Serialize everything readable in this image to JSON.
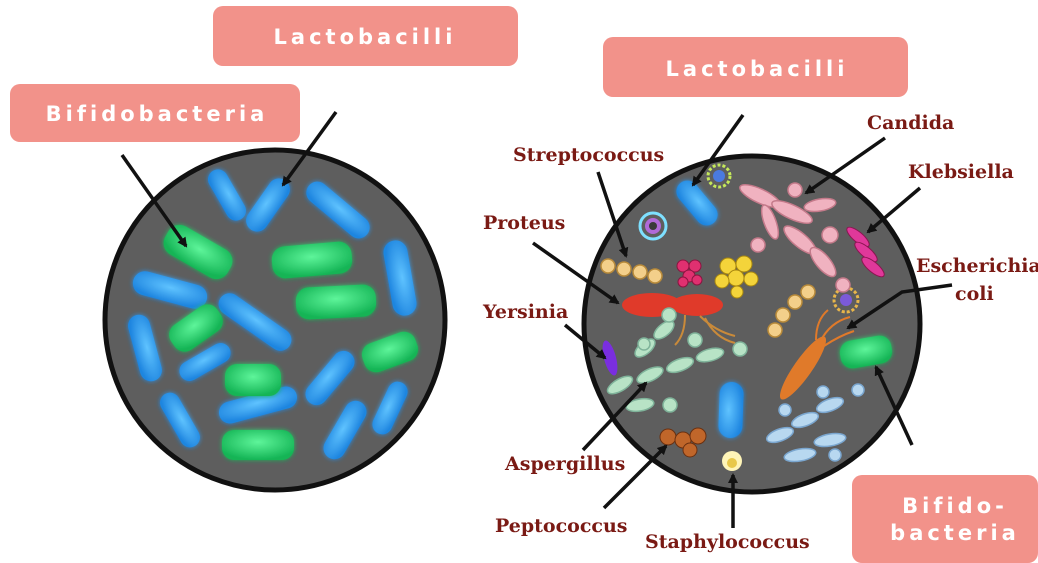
{
  "colors": {
    "badge": "#f2928a",
    "dish": "#5e5e5e",
    "dish_border": "#111111",
    "lactobacilli": "#2a9ef0",
    "bifidobacteria": "#22d66a",
    "label_text": "#7a1a14"
  },
  "left_panel": {
    "badges": {
      "lactobacilli": "Lactobacilli",
      "bifidobacteria": "Bifidobacteria"
    }
  },
  "right_panel": {
    "badges": {
      "lactobacilli": "Lactobacilli",
      "bifidobacteria_line1": "Bifido-",
      "bifidobacteria_line2": "bacteria"
    },
    "organisms": {
      "streptococcus": "Streptococcus",
      "proteus": "Proteus",
      "yersinia": "Yersinia",
      "aspergillus": "Aspergillus",
      "peptococcus": "Peptococcus",
      "staphylococcus": "Staphylococcus",
      "candida": "Candida",
      "klebsiella": "Klebsiella",
      "escherichia_line1": "Escherichia",
      "escherichia_line2": "coli"
    }
  }
}
